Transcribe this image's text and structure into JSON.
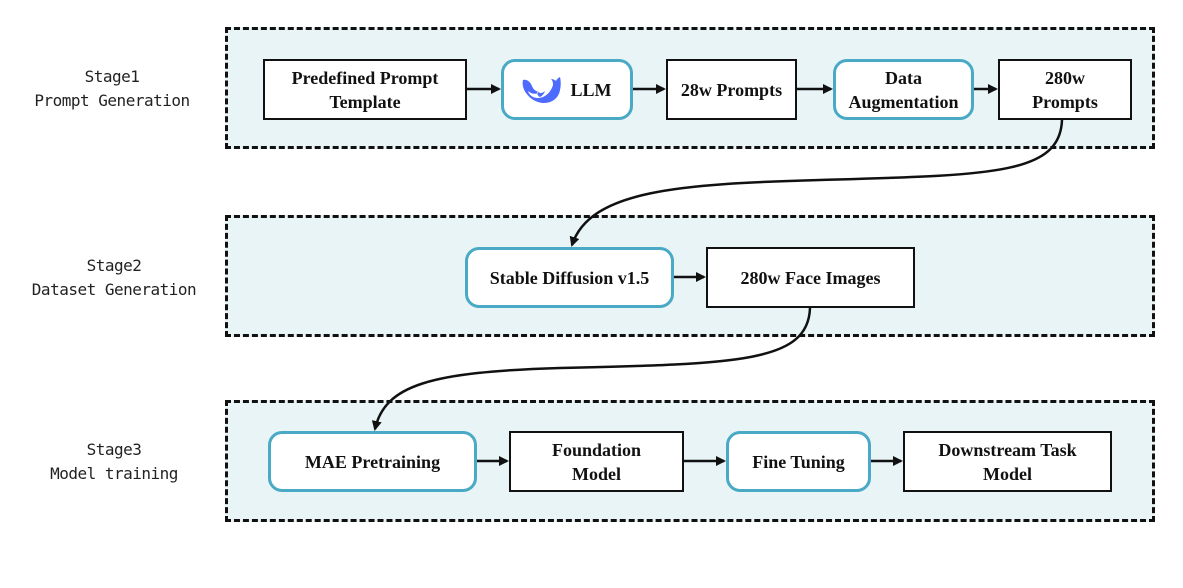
{
  "colors": {
    "panel_fill": "#e9f4f7",
    "rounded_node_border": "#4aa9c4",
    "rect_node_border": "#111111",
    "whale_icon": "#4d6bfe"
  },
  "stages": [
    {
      "title": "Stage1",
      "subtitle": "Prompt Generation",
      "nodes": [
        {
          "label": "Predefined Prompt\nTemplate",
          "style": "rect"
        },
        {
          "label": "LLM",
          "style": "rounded",
          "icon": "deepseek-whale-icon"
        },
        {
          "label": "28w Prompts",
          "style": "rect"
        },
        {
          "label": "Data\nAugmentation",
          "style": "rounded"
        },
        {
          "label": "280w\nPrompts",
          "style": "rect"
        }
      ]
    },
    {
      "title": "Stage2",
      "subtitle": "Dataset Generation",
      "nodes": [
        {
          "label": "Stable Diffusion v1.5",
          "style": "rounded"
        },
        {
          "label": "280w Face Images",
          "style": "rect"
        }
      ]
    },
    {
      "title": "Stage3",
      "subtitle": "Model training",
      "nodes": [
        {
          "label": "MAE Pretraining",
          "style": "rounded"
        },
        {
          "label": "Foundation\nModel",
          "style": "rect"
        },
        {
          "label": "Fine Tuning",
          "style": "rounded"
        },
        {
          "label": "Downstream Task\nModel",
          "style": "rect"
        }
      ]
    }
  ],
  "edges": [
    {
      "from": "Predefined Prompt Template",
      "to": "LLM"
    },
    {
      "from": "LLM",
      "to": "28w Prompts"
    },
    {
      "from": "28w Prompts",
      "to": "Data Augmentation"
    },
    {
      "from": "Data Augmentation",
      "to": "280w Prompts"
    },
    {
      "from": "280w Prompts",
      "to": "Stable Diffusion v1.5",
      "curved": true
    },
    {
      "from": "Stable Diffusion v1.5",
      "to": "280w Face Images"
    },
    {
      "from": "280w Face Images",
      "to": "MAE Pretraining",
      "curved": true
    },
    {
      "from": "MAE Pretraining",
      "to": "Foundation Model"
    },
    {
      "from": "Foundation Model",
      "to": "Fine Tuning"
    },
    {
      "from": "Fine Tuning",
      "to": "Downstream Task Model"
    }
  ]
}
